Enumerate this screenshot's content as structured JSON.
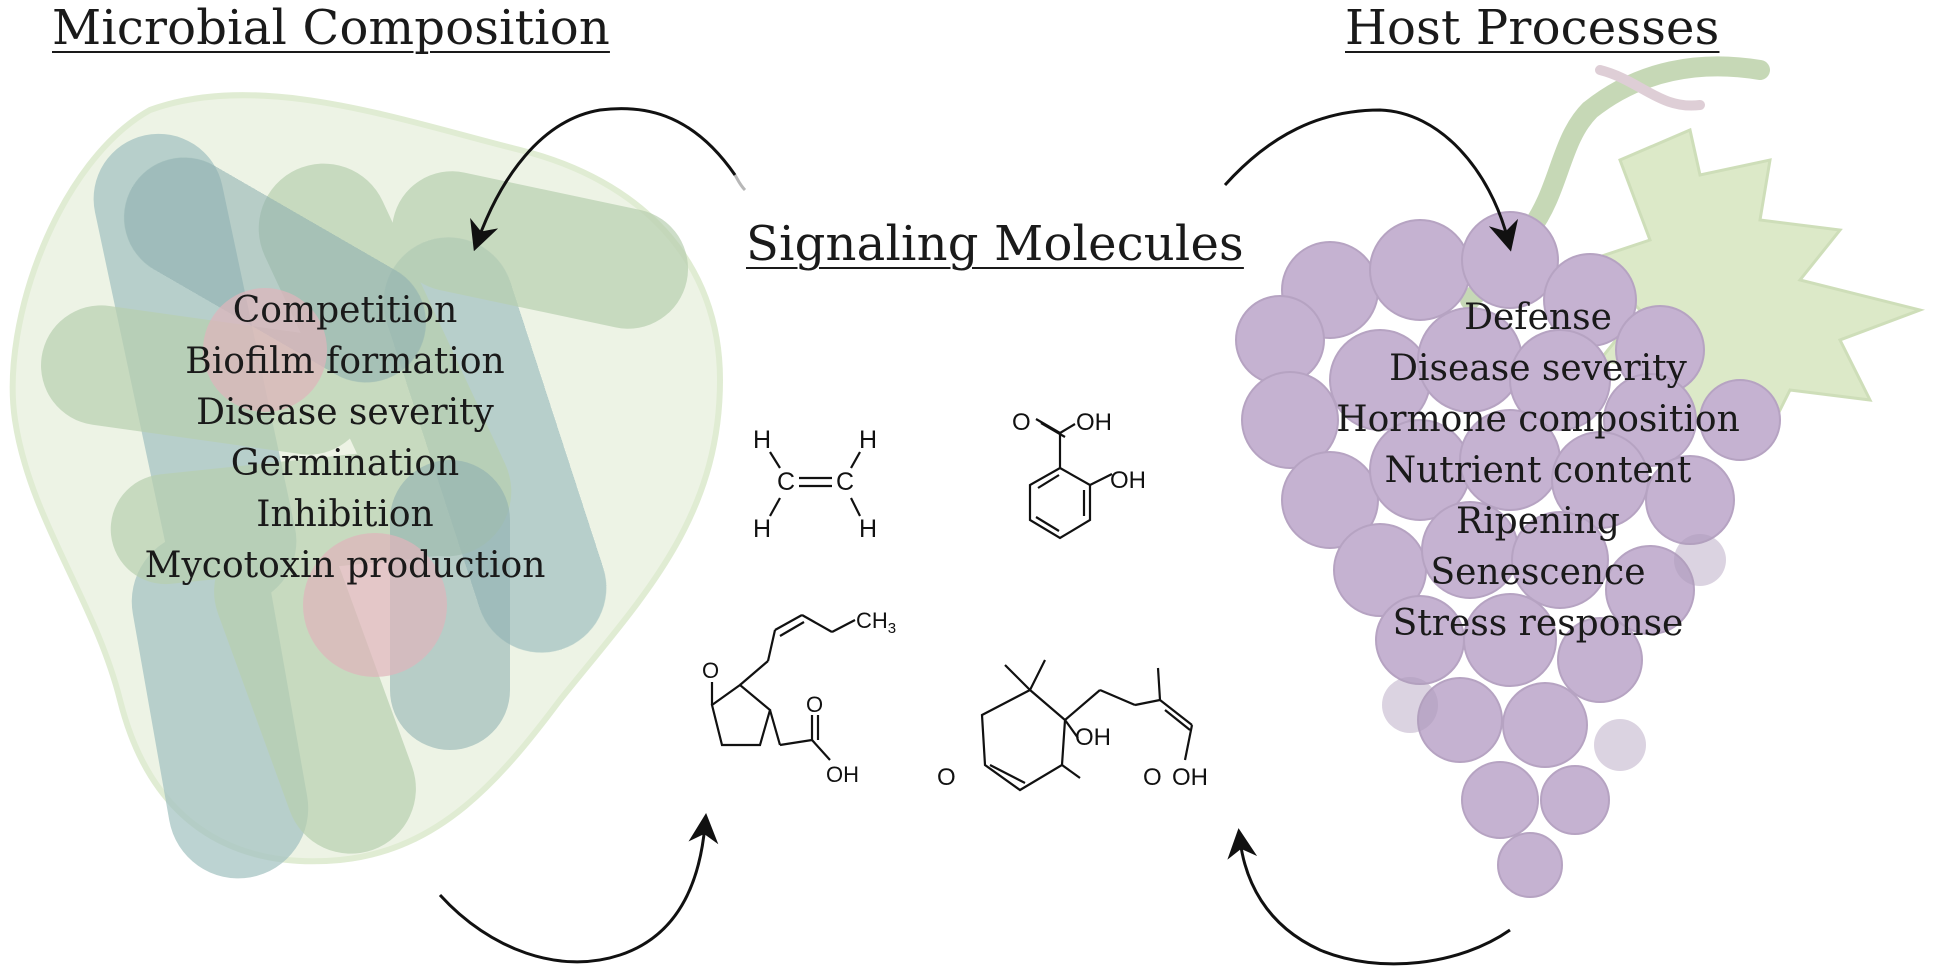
{
  "headings": {
    "microbial": "Microbial Composition",
    "host": "Host Processes",
    "signaling": "Signaling Molecules"
  },
  "microbial_items": [
    "Competition",
    "Biofilm formation",
    "Disease severity",
    "Germination",
    "Inhibition",
    "Mycotoxin production"
  ],
  "host_items": [
    "Defense",
    "Disease severity",
    "Hormone composition",
    "Nutrient content",
    "Ripening",
    "Senescence",
    "Stress response"
  ],
  "molecules": {
    "ethylene": {
      "h1": "H",
      "h2": "H",
      "h3": "H",
      "h4": "H",
      "c1": "C",
      "c2": "C"
    },
    "salicylic_acid": {
      "o": "O",
      "oh1": "OH",
      "oh2": "OH"
    },
    "jasmonic_acid": {
      "o": "O",
      "ch3": "CH",
      "ch3_sub": "3",
      "o2": "O",
      "oh": "OH"
    },
    "abscisic_acid": {
      "o": "O",
      "oh": "OH",
      "o2": "O",
      "oh2": "OH"
    }
  },
  "colors": {
    "microbe_blob": "#e6f0dc",
    "microbe_teal": "#8fb8b8",
    "microbe_green": "#a9c6a0",
    "microbe_pink": "#d9a6ad",
    "grape": "#b9a2c7",
    "grape_dark": "#9c86ab",
    "leaf": "#cfe0b4",
    "arrow": "#111111"
  }
}
